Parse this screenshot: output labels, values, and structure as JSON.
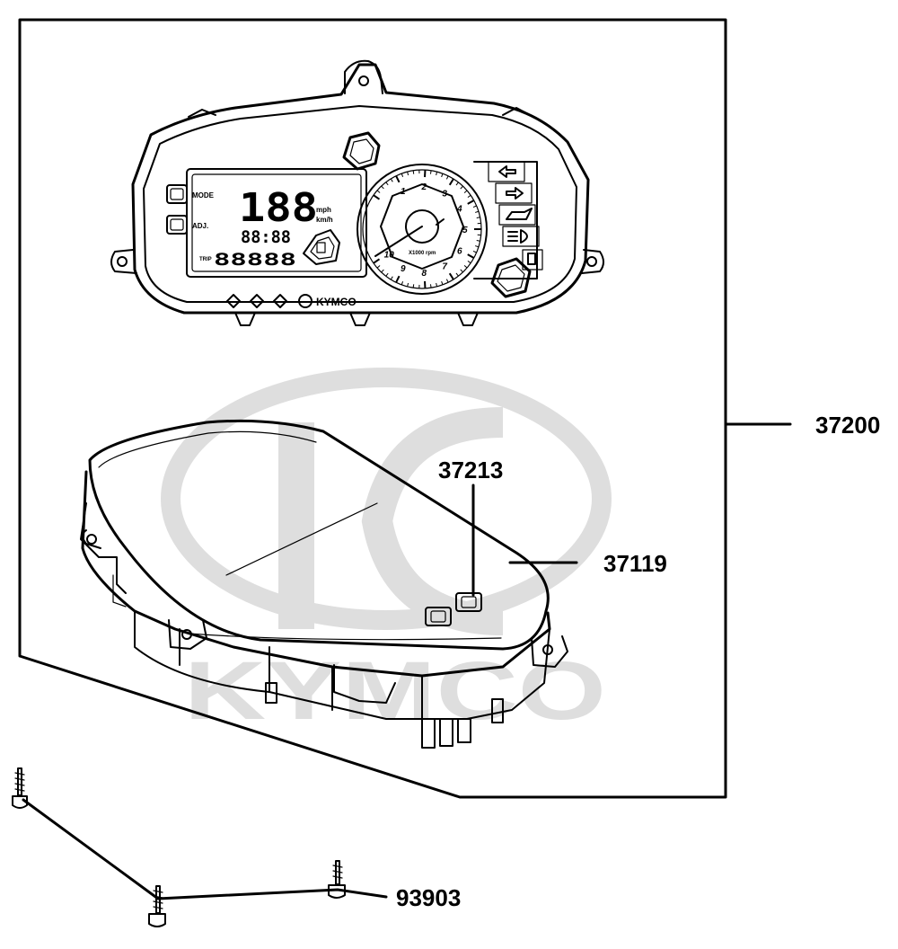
{
  "brand": {
    "watermark_text": "KYMCO",
    "dash_logo_text": "KYMCO",
    "watermark_color": "#dedede"
  },
  "dashboard": {
    "mode_label": "MODE",
    "adj_label": "ADJ.",
    "speed_digits": "188",
    "speed_unit_top": "mph",
    "speed_unit_bottom": "km/h",
    "clock_digits": "88:88",
    "odo_prefix": "TRIP",
    "odo_digits": "88888",
    "tacho_numbers": [
      "1",
      "2",
      "3",
      "4",
      "5",
      "6",
      "7",
      "8",
      "9",
      "10"
    ],
    "tacho_caption": "X1000 rpm"
  },
  "callouts": {
    "assembly": "37200",
    "button": "37213",
    "cover": "37119",
    "screw": "93903"
  },
  "colors": {
    "line": "#000000",
    "background": "#ffffff"
  },
  "icons": [
    "left-turn-arrow-icon",
    "right-turn-arrow-icon",
    "oil-can-icon",
    "high-beam-icon",
    "fuel-pump-icon"
  ]
}
